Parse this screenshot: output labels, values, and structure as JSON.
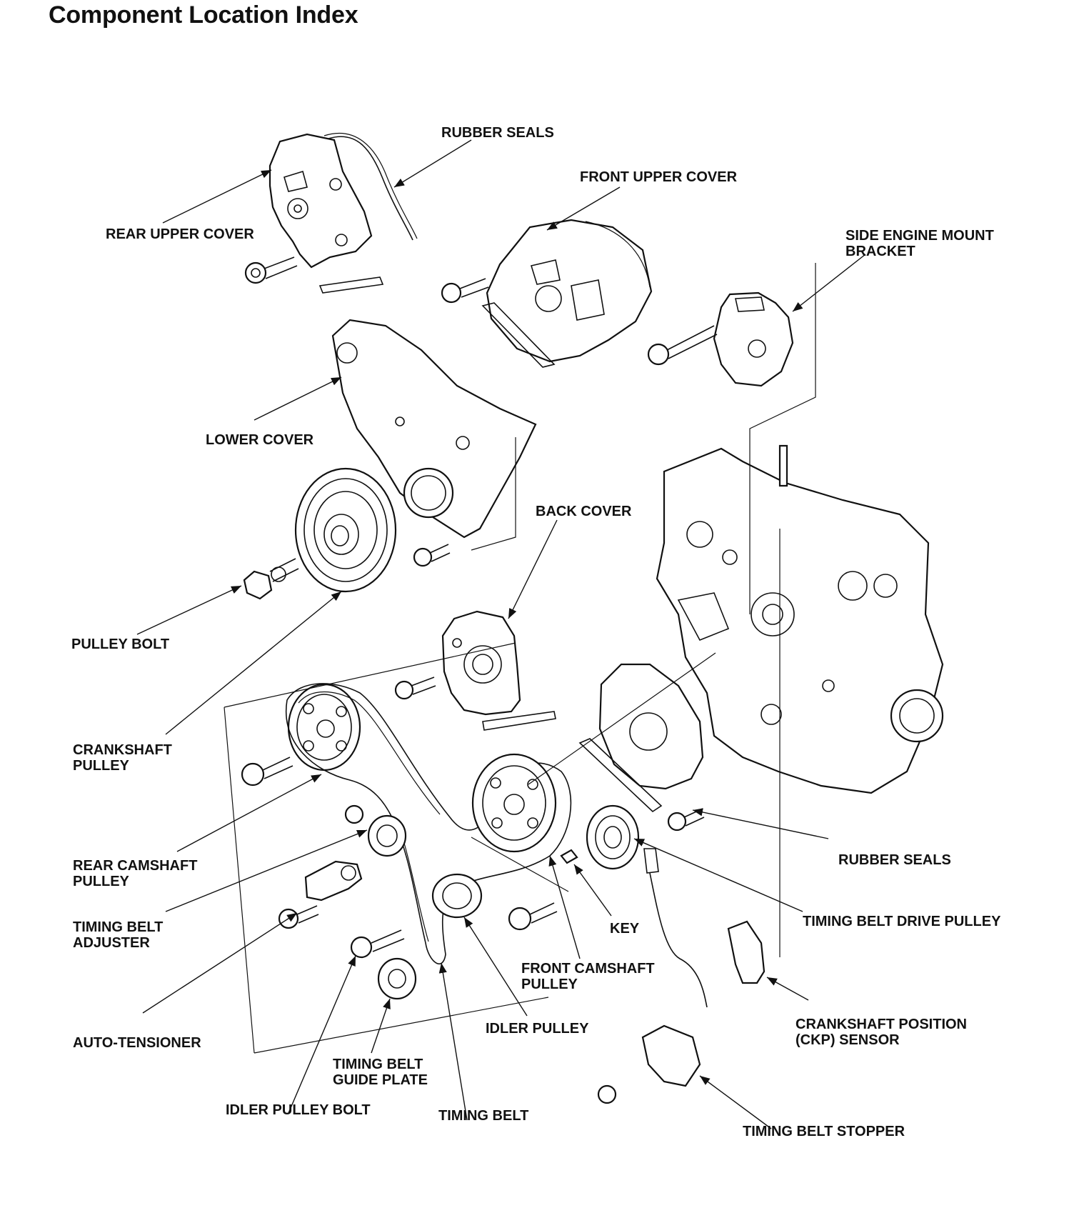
{
  "title": "Component Location Index",
  "labels": {
    "rubber_seals_top": "RUBBER SEALS",
    "front_upper_cover": "FRONT UPPER COVER",
    "rear_upper_cover": "REAR UPPER COVER",
    "side_engine_mount_bracket": [
      "SIDE ENGINE MOUNT",
      "BRACKET"
    ],
    "lower_cover": "LOWER COVER",
    "back_cover": "BACK COVER",
    "pulley_bolt": "PULLEY BOLT",
    "crankshaft_pulley": [
      "CRANKSHAFT",
      "PULLEY"
    ],
    "rear_camshaft_pulley": [
      "REAR CAMSHAFT",
      "PULLEY"
    ],
    "rubber_seals_bottom": "RUBBER SEALS",
    "timing_belt_adjuster": [
      "TIMING BELT",
      "ADJUSTER"
    ],
    "key": "KEY",
    "timing_belt_drive_pulley": "TIMING BELT DRIVE PULLEY",
    "front_camshaft_pulley": [
      "FRONT CAMSHAFT",
      "PULLEY"
    ],
    "auto_tensioner": "AUTO-TENSIONER",
    "idler_pulley": "IDLER PULLEY",
    "ckp_sensor": [
      "CRANKSHAFT POSITION",
      "(CKP) SENSOR"
    ],
    "timing_belt_guide_plate": [
      "TIMING BELT",
      "GUIDE PLATE"
    ],
    "idler_pulley_bolt": "IDLER PULLEY BOLT",
    "timing_belt": "TIMING BELT",
    "timing_belt_stopper": "TIMING BELT STOPPER"
  }
}
